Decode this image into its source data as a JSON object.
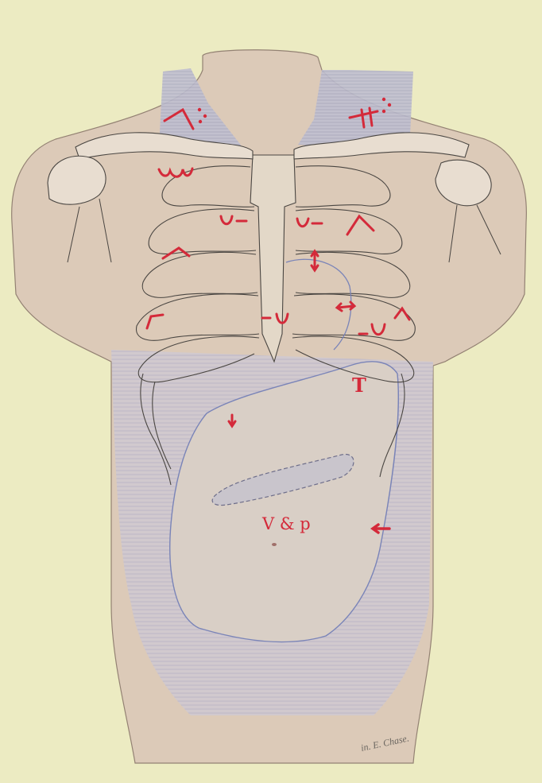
{
  "plate": {
    "colors": {
      "background": "#ecebc2",
      "skin": "#dcc9b8",
      "shading": "#b7b7cc",
      "outline": "#4a4642",
      "annotation": "#d42a3a",
      "boundary": "#7a84b8"
    },
    "labels": {
      "vp": "V & p",
      "t": "T",
      "artist": "in. E. Chase."
    },
    "marks": {
      "left_supra": "supraclavicular percussion sign",
      "right_supra": "supraclavicular percussion sign",
      "icons": [
        "cupped-breath-sign",
        "dash-sign",
        "angle-sign",
        "arrow-sign"
      ]
    }
  }
}
